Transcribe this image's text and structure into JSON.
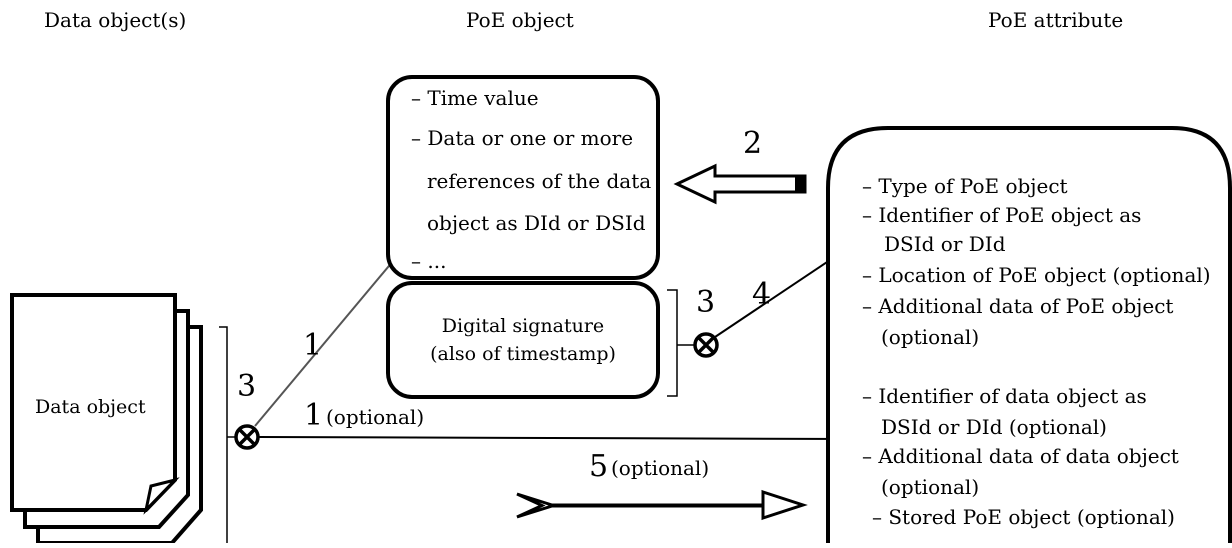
{
  "headers": {
    "data_objects": "Data object(s)",
    "poe_object": "PoE object",
    "poe_attribute": "PoE attribute"
  },
  "data_object_label": "Data object",
  "poe_object_items": [
    "– Time value",
    "– Data or one or more",
    "references of the data",
    "object as DId or DSId",
    "– ..."
  ],
  "signature": {
    "line1": "Digital signature",
    "line2": "(also of timestamp)"
  },
  "poe_attribute_items": [
    "– Type of PoE object",
    "– Identifier of PoE object as",
    "DSId or DId",
    "– Location of PoE object (optional)",
    "– Additional data of PoE object",
    "(optional)",
    "– Identifier of data object as",
    "DSId or DId (optional)",
    "– Additional data of data object",
    "(optional)",
    "– Stored PoE object (optional)"
  ],
  "labels": {
    "step1": "1",
    "step1_optional_num": "1",
    "step1_optional_text": "(optional)",
    "step2": "2",
    "step3_left": "3",
    "step3_right": "3",
    "step4": "4",
    "step5_num": "5",
    "step5_text": "(optional)"
  }
}
